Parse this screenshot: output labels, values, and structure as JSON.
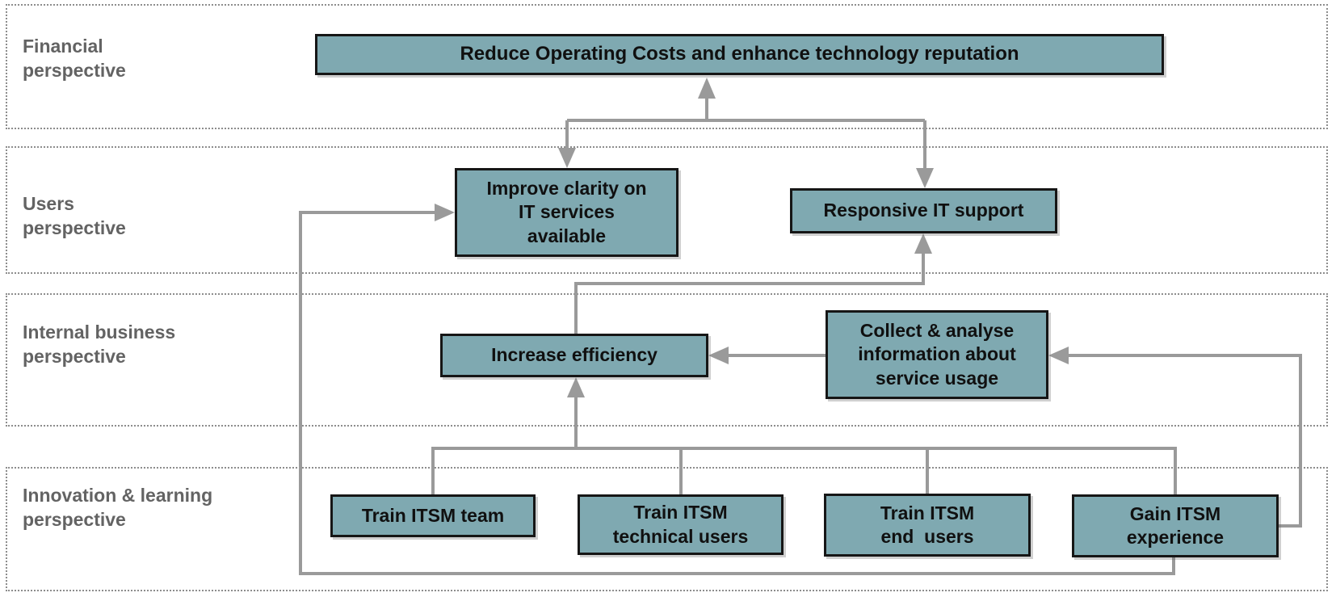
{
  "perspectives": [
    {
      "id": "financial",
      "label": "Financial\nperspective"
    },
    {
      "id": "users",
      "label": "Users\nperspective"
    },
    {
      "id": "internal-business",
      "label": "Internal business\nperspective"
    },
    {
      "id": "innovation-learning",
      "label": "Innovation & learning\nperspective"
    }
  ],
  "nodes": [
    {
      "id": "reduce-operating-costs",
      "perspective": "financial",
      "label": "Reduce Operating Costs and enhance technology reputation"
    },
    {
      "id": "improve-clarity",
      "perspective": "users",
      "label": "Improve clarity on\nIT services\navailable"
    },
    {
      "id": "responsive-it-support",
      "perspective": "users",
      "label": "Responsive IT support"
    },
    {
      "id": "increase-efficiency",
      "perspective": "internal-business",
      "label": "Increase efficiency"
    },
    {
      "id": "collect-analyse-usage",
      "perspective": "internal-business",
      "label": "Collect & analyse\ninformation about\nservice usage"
    },
    {
      "id": "train-itsm-team",
      "perspective": "innovation-learning",
      "label": "Train ITSM team"
    },
    {
      "id": "train-itsm-technical-users",
      "perspective": "innovation-learning",
      "label": "Train ITSM\ntechnical users"
    },
    {
      "id": "train-itsm-end-users",
      "perspective": "innovation-learning",
      "label": "Train ITSM\nend  users"
    },
    {
      "id": "gain-itsm-experience",
      "perspective": "innovation-learning",
      "label": "Gain ITSM\nexperience"
    }
  ],
  "edges": [
    {
      "from": "users-junction",
      "to": "reduce-operating-costs"
    },
    {
      "from": "users-junction",
      "to": "improve-clarity"
    },
    {
      "from": "users-junction",
      "to": "responsive-it-support"
    },
    {
      "from": "increase-efficiency",
      "to": "responsive-it-support"
    },
    {
      "from": "collect-analyse-usage",
      "to": "increase-efficiency"
    },
    {
      "from": "training-junction",
      "to": "increase-efficiency"
    },
    {
      "from": "train-itsm-team",
      "to": "training-junction"
    },
    {
      "from": "train-itsm-technical-users",
      "to": "training-junction"
    },
    {
      "from": "train-itsm-end-users",
      "to": "training-junction"
    },
    {
      "from": "gain-itsm-experience",
      "to": "training-junction"
    },
    {
      "from": "gain-itsm-experience",
      "to": "collect-analyse-usage"
    },
    {
      "from": "gain-itsm-experience",
      "to": "improve-clarity"
    }
  ],
  "colors": {
    "node_fill": "#7fa9b1",
    "node_border": "#161616",
    "node_text": "#101010",
    "wire": "#9a9a9a",
    "band_border": "#8d8d8d",
    "perspective_label_text": "#636363",
    "background": "#ffffff"
  }
}
